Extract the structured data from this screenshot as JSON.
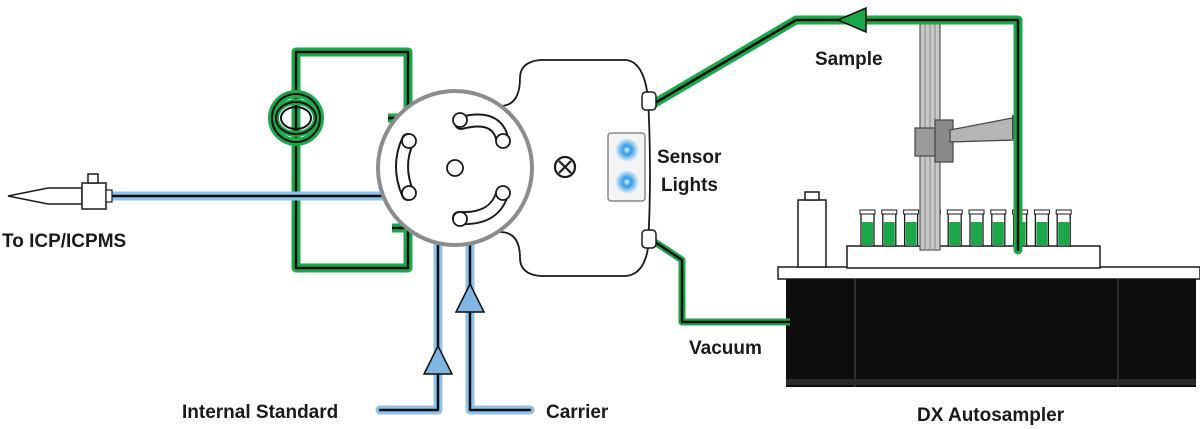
{
  "labels": {
    "to_icp": "To ICP/ICPMS",
    "sensor_line1": "Sensor",
    "sensor_line2": "Lights",
    "sample": "Sample",
    "vacuum": "Vacuum",
    "internal_standard": "Internal Standard",
    "carrier": "Carrier",
    "autosampler": "DX Autosampler"
  },
  "colors": {
    "sample_line": "#1aa84a",
    "liquid_line": "#8fc2ea",
    "arrow_green": "#1aa84a",
    "arrow_blue": "#7fb6e2",
    "sensor_glow": "#2e9bea",
    "vial_liquid": "#1aa84a",
    "autosampler_base": "#0d0d0d",
    "valve_gray": "#8c8c8c"
  },
  "icons": {
    "valve": "rotary-valve-icon",
    "motor": "circle-x-icon",
    "loop": "sample-loop-coil-icon",
    "nebulizer": "nebulizer-icon"
  },
  "vials": {
    "count": 10,
    "filled": true
  }
}
